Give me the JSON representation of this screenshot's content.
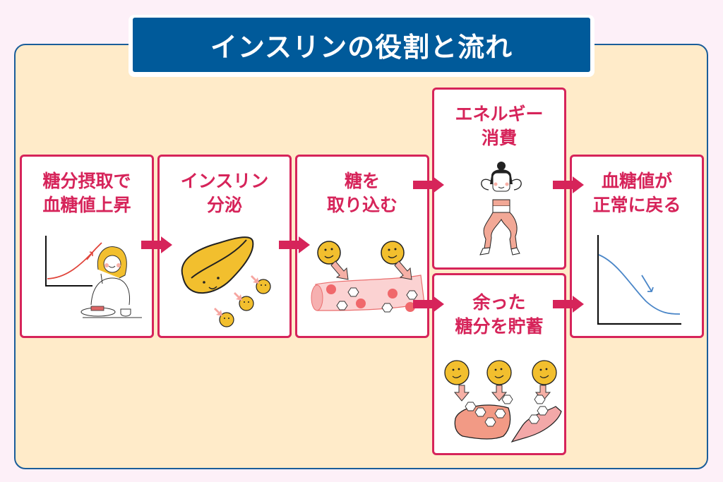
{
  "title": "インスリンの役割と流れ",
  "steps": [
    {
      "id": "blood-sugar-rise",
      "label": "糖分摂取で\n血糖値上昇",
      "illustration": "woman-eating-with-rising-graph"
    },
    {
      "id": "insulin-secretion",
      "label": "インスリン\n分泌",
      "illustration": "pancreas-releasing-insulin"
    },
    {
      "id": "glucose-uptake",
      "label": "糖を\n取り込む",
      "illustration": "insulin-with-blood-vessel"
    },
    {
      "id": "energy-consumption",
      "label": "エネルギー\n消費",
      "illustration": "woman-exercising"
    },
    {
      "id": "store-excess-sugar",
      "label": "余った\n糖分を貯蓄",
      "illustration": "liver-and-muscle-storage"
    },
    {
      "id": "blood-sugar-normal",
      "label": "血糖値が\n正常に戻る",
      "illustration": "falling-graph"
    }
  ],
  "flow": [
    [
      "blood-sugar-rise",
      "insulin-secretion"
    ],
    [
      "insulin-secretion",
      "glucose-uptake"
    ],
    [
      "glucose-uptake",
      "energy-consumption"
    ],
    [
      "glucose-uptake",
      "store-excess-sugar"
    ],
    [
      "energy-consumption",
      "blood-sugar-normal"
    ],
    [
      "store-excess-sugar",
      "blood-sugar-normal"
    ]
  ],
  "colors": {
    "accent": "#d6245a",
    "title_bg": "#005a9a",
    "panel_bg": "#ffebc9",
    "page_bg": "#fdf0f8",
    "insulin_yellow": "#f2bf2e",
    "rising_curve": "#e0443a",
    "falling_curve": "#4a86c8"
  }
}
